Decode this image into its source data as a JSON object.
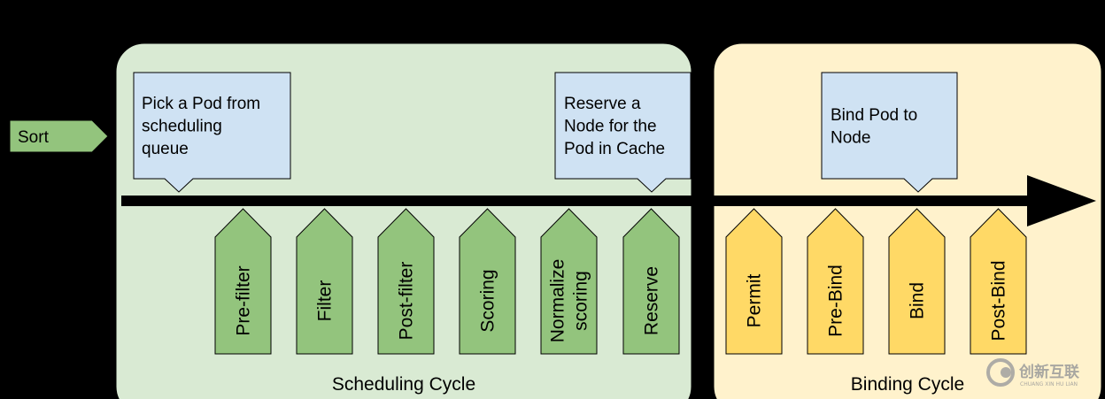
{
  "colors": {
    "background": "#000000",
    "scheduling_panel": "#d9ead3",
    "binding_panel": "#fff2cc",
    "callout_fill": "#cfe2f3",
    "scheduling_step_fill": "#93c47d",
    "binding_step_fill": "#ffd966",
    "sort_fill": "#93c47d",
    "arrow": "#000000"
  },
  "sort": {
    "label": "Sort"
  },
  "scheduling": {
    "label": "Scheduling Cycle",
    "callouts": [
      {
        "lines": [
          "Pick a Pod from",
          "scheduling",
          "queue"
        ]
      },
      {
        "lines": [
          "Reserve a",
          "Node for the",
          "Pod in Cache"
        ]
      }
    ],
    "steps": [
      {
        "lines": [
          "Pre-filter"
        ]
      },
      {
        "lines": [
          "Filter"
        ]
      },
      {
        "lines": [
          "Post-filter"
        ]
      },
      {
        "lines": [
          "Scoring"
        ]
      },
      {
        "lines": [
          "Normalize",
          "scoring"
        ]
      },
      {
        "lines": [
          "Reserve"
        ]
      }
    ]
  },
  "binding": {
    "label": "Binding Cycle",
    "callouts": [
      {
        "lines": [
          "Bind Pod to",
          "Node"
        ]
      }
    ],
    "steps": [
      {
        "lines": [
          "Permit"
        ]
      },
      {
        "lines": [
          "Pre-Bind"
        ]
      },
      {
        "lines": [
          "Bind"
        ]
      },
      {
        "lines": [
          "Post-Bind"
        ]
      }
    ]
  },
  "watermark": {
    "text": "创新互联",
    "subtext": "CHUANG XIN HU LIAN",
    "icon": "logo-icon"
  }
}
